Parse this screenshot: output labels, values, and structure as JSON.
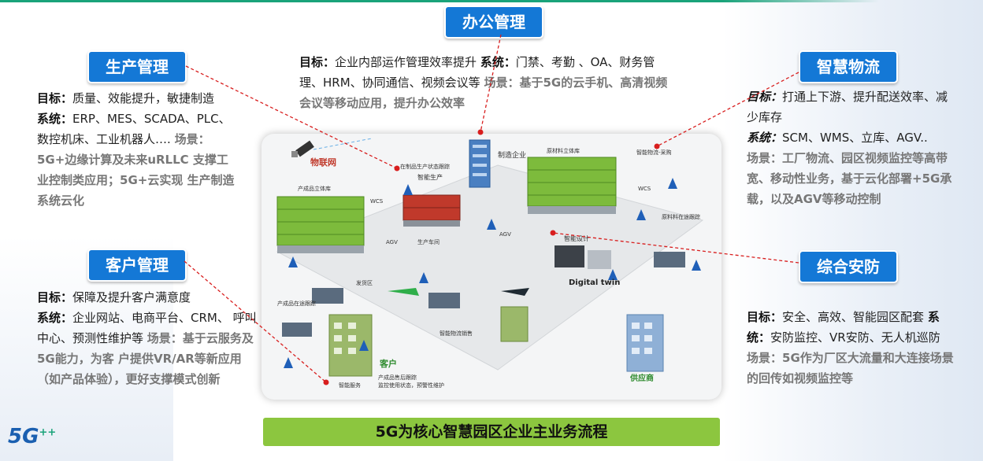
{
  "sections": {
    "office": {
      "title": "办公管理",
      "goal_label": "目标：",
      "goal": "企业内部运作管理效率提升",
      "system_label": "系统：",
      "system": "门禁、考勤 、OA、财务管理、HRM、协同通信、视频会议等",
      "scene_label": "场景：",
      "scene": "基于5G的云手机、高清视频会议等移动应用，提升办公效率"
    },
    "production": {
      "title": "生产管理",
      "goal_label": "目标：",
      "goal": "质量、效能提升，敏捷制造",
      "system_label": "系统：",
      "system": "ERP、MES、SCADA、PLC、数控机床、工业机器人….",
      "scene_label": "场景：",
      "scene": "5G+边缘计算及未来uRLLC 支撑工业控制类应用；5G+云实现 生产制造系统云化"
    },
    "customer": {
      "title": "客户管理",
      "goal_label": "目标：",
      "goal": "保障及提升客户满意度",
      "system_label": "系统：",
      "system": "企业网站、电商平台、CRM、 呼叫中心、预测性维护等",
      "scene_label": "场景：",
      "scene": "基于云服务及5G能力，为客 户提供VR/AR等新应用（如产品体验），更好支撑模式创新"
    },
    "logistics": {
      "title": "智慧物流",
      "goal_label": "目标：",
      "goal": "打通上下游、提升配送效率、减少库存",
      "system_label": "系统：",
      "system": "SCM、WMS、立库、AGV..",
      "scene_label": "场景：",
      "scene": "工厂物流、园区视频监控等高带宽、移动性业务，基于云化部署+5G承载，以及AGV等移动控制"
    },
    "security": {
      "title": "综合安防",
      "goal_label": "目标：",
      "goal": "安全、高效、智能园区配套",
      "system_label": "系统：",
      "system": "安防监控、VR安防、无人机巡防",
      "scene_label": "场景：",
      "scene": "5G作为厂区大流量和大连接场景的回传如视频监控等"
    }
  },
  "diagram_labels": {
    "iot": "物联网",
    "enterprise": "制造企业",
    "smart_production": "智能生产",
    "production_track": "在制品生产状态跟踪",
    "warehouse": "原材料立体库",
    "procurement": "智能物流-采购",
    "finished_storage": "产成品立体库",
    "wcs1": "WCS",
    "wcs2": "WCS",
    "agv1": "AGV",
    "agv2": "AGV",
    "production_line": "生产车间",
    "material_track": "原料料在途跟踪",
    "smart_design": "智能设计",
    "digital_twin": "Digital twin",
    "shipping": "发货区",
    "product_transit": "产成品在途跟踪",
    "smart_sales": "智能物流销售",
    "customer": "客户",
    "after_sales": "产成品售后跟踪",
    "monitoring": "监控使用状态，预警性维护",
    "smart_service": "智能服务",
    "supplier": "供应商"
  },
  "banner": "5G为核心智慧园区企业主业务流程",
  "logo": {
    "text": "5G",
    "mark": "++"
  },
  "colors": {
    "pill_blue": "#1478d6",
    "banner_green": "#8cc63f",
    "leader_red": "#d81e1e",
    "shelf_green": "#7dbb3c"
  }
}
